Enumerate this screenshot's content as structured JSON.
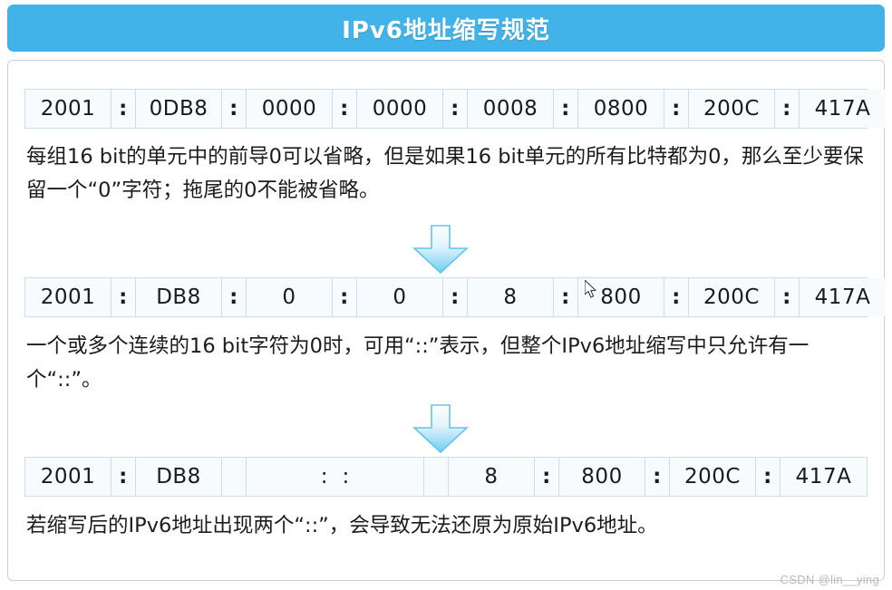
{
  "header": {
    "title": "IPv6地址缩写规范"
  },
  "rows": {
    "row1": {
      "name": "full-address-row",
      "cells": [
        {
          "type": "hex",
          "text": "2001"
        },
        {
          "type": "sep",
          "text": ":"
        },
        {
          "type": "hex",
          "text": "0DB8"
        },
        {
          "type": "sep",
          "text": ":"
        },
        {
          "type": "hex",
          "text": "0000"
        },
        {
          "type": "sep",
          "text": ":"
        },
        {
          "type": "hex",
          "text": "0000"
        },
        {
          "type": "sep",
          "text": ":"
        },
        {
          "type": "hex",
          "text": "0008"
        },
        {
          "type": "sep",
          "text": ":"
        },
        {
          "type": "hex",
          "text": "0800"
        },
        {
          "type": "sep",
          "text": ":"
        },
        {
          "type": "hex",
          "text": "200C"
        },
        {
          "type": "sep",
          "text": ":"
        },
        {
          "type": "hex",
          "text": "417A"
        }
      ]
    },
    "row2": {
      "name": "leading-zeros-removed-row",
      "cells": [
        {
          "type": "hex",
          "text": "2001"
        },
        {
          "type": "sep",
          "text": ":"
        },
        {
          "type": "hex",
          "text": "DB8"
        },
        {
          "type": "sep",
          "text": ":"
        },
        {
          "type": "hex",
          "text": "0"
        },
        {
          "type": "sep",
          "text": ":"
        },
        {
          "type": "hex",
          "text": "0"
        },
        {
          "type": "sep",
          "text": ":"
        },
        {
          "type": "hex",
          "text": "8"
        },
        {
          "type": "sep",
          "text": ":"
        },
        {
          "type": "hex",
          "text": "800"
        },
        {
          "type": "sep",
          "text": ":"
        },
        {
          "type": "hex",
          "text": "200C"
        },
        {
          "type": "sep",
          "text": ":"
        },
        {
          "type": "hex",
          "text": "417A"
        }
      ]
    },
    "row3": {
      "name": "double-colon-compressed-row",
      "cells": [
        {
          "type": "hex",
          "text": "2001"
        },
        {
          "type": "sep",
          "text": ":"
        },
        {
          "type": "hex",
          "text": "DB8"
        },
        {
          "type": "blank",
          "text": ""
        },
        {
          "type": "wide",
          "text": "::"
        },
        {
          "type": "blank",
          "text": ""
        },
        {
          "type": "hex",
          "text": "8"
        },
        {
          "type": "sep",
          "text": ":"
        },
        {
          "type": "hex",
          "text": "800"
        },
        {
          "type": "sep",
          "text": ":"
        },
        {
          "type": "hex",
          "text": "200C"
        },
        {
          "type": "sep",
          "text": ":"
        },
        {
          "type": "hex",
          "text": "417A"
        }
      ]
    }
  },
  "notes": {
    "note1": "每组16 bit的单元中的前导0可以省略，但是如果16 bit单元的所有比特都为0，那么至少要保留一个“0”字符；拖尾的0不能被省略。",
    "note2": "一个或多个连续的16 bit字符为0时，可用“::”表示，但整个IPv6地址缩写中只允许有一个“::”。",
    "note3": "若缩写后的IPv6地址出现两个“::”，会导致无法还原为原始IPv6地址。"
  },
  "arrows": {
    "arrow1_label": "down-arrow",
    "arrow2_label": "down-arrow"
  },
  "watermark": {
    "text": "CSDN @lin__ying"
  },
  "colors": {
    "header_blue": "#41b3e8",
    "cell_border": "#c7dff0",
    "cell_bg": "#f7fbfd",
    "arrow_fill": "#7fd4f5"
  }
}
